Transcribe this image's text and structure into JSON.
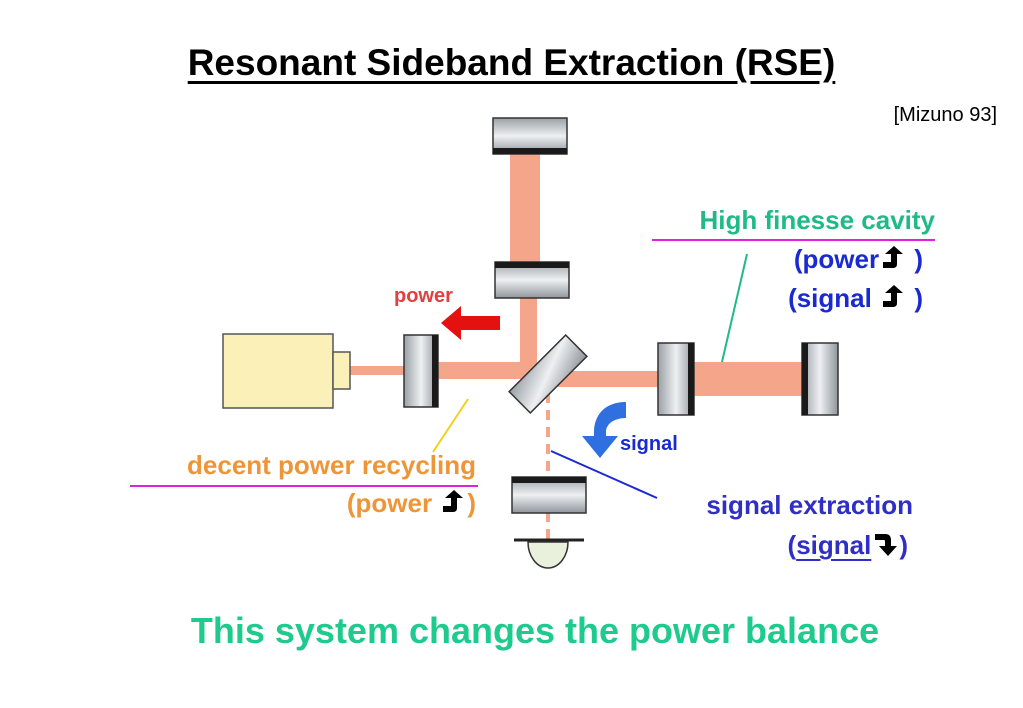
{
  "title": "Resonant Sideband Extraction (RSE)",
  "reference": "[Mizuno 93]",
  "high_finesse": {
    "title": "High finesse cavity",
    "power_open": "(power",
    "signal_open": "(signal",
    "close": ")"
  },
  "power_recycling": {
    "title": "decent power recycling",
    "power_open": "(power",
    "close": ")"
  },
  "signal_extraction": {
    "title": "signal extraction",
    "open": "(",
    "signal": "signal",
    "close": ")"
  },
  "arrows": {
    "power": "power",
    "signal": "signal"
  },
  "bottom_text": "This system changes the power balance",
  "colors": {
    "beam": "#f4a58a",
    "green_label": "#1fba86",
    "blue_label": "#1a2ad0",
    "orange_label": "#ee9538",
    "magenta_rule": "#e020e0",
    "red_arrow": "#e51010",
    "blue_arrow": "#2f6fe0",
    "laser_box": "#fbf0b8"
  }
}
